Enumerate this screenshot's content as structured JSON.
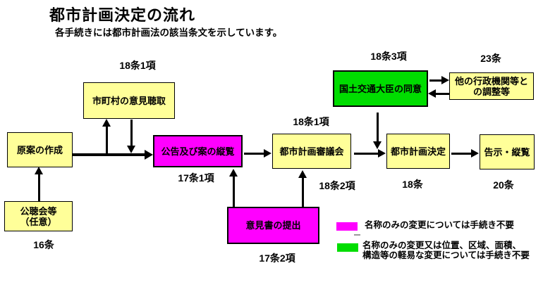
{
  "title": "都市計画決定の流れ",
  "subtitle": "各手続きには都市計画法の該当条文を示しています。",
  "colors": {
    "node_yellow": "#ffff99",
    "node_magenta": "#ff00ff",
    "node_green": "#00dd00",
    "border": "#000000",
    "text": "#000000",
    "background": "#ffffff"
  },
  "nodes": {
    "genan": {
      "label": "原案の作成"
    },
    "shichoson": {
      "label": "市町村の意見聴取"
    },
    "kochokai": {
      "line1": "公聴会等",
      "line2": "（任意）"
    },
    "kokoku": {
      "label": "公告及び案の縦覧"
    },
    "ikensho": {
      "label": "意見書の提出"
    },
    "shingikai": {
      "label": "都市計画審議会"
    },
    "kettei": {
      "label": "都市計画決定"
    },
    "kokuji": {
      "label": "告示・縦覧"
    },
    "doi": {
      "label": "国土交通大臣の同意"
    },
    "chosei": {
      "line1": "他の行政機関等と",
      "line2": "の調整等"
    }
  },
  "articles": {
    "shichoson_article": "18条1項",
    "kochokai_article": "16条",
    "kokoku_article": "17条1項",
    "ikensho_article": "17条2項",
    "shingikai_article": "18条1項",
    "iken_to_shingikai_article": "18条2項",
    "kettei_article": "18条",
    "kokuji_article": "20条",
    "doi_article": "18条3項",
    "chosei_article": "23条"
  },
  "legend": {
    "magenta_label": "名称のみの変更については手続き不要",
    "green_label_line1": "名称のみの変更又は位置、区域、面積、",
    "green_label_line2": "構造等の軽易な変更については手続き不要"
  }
}
